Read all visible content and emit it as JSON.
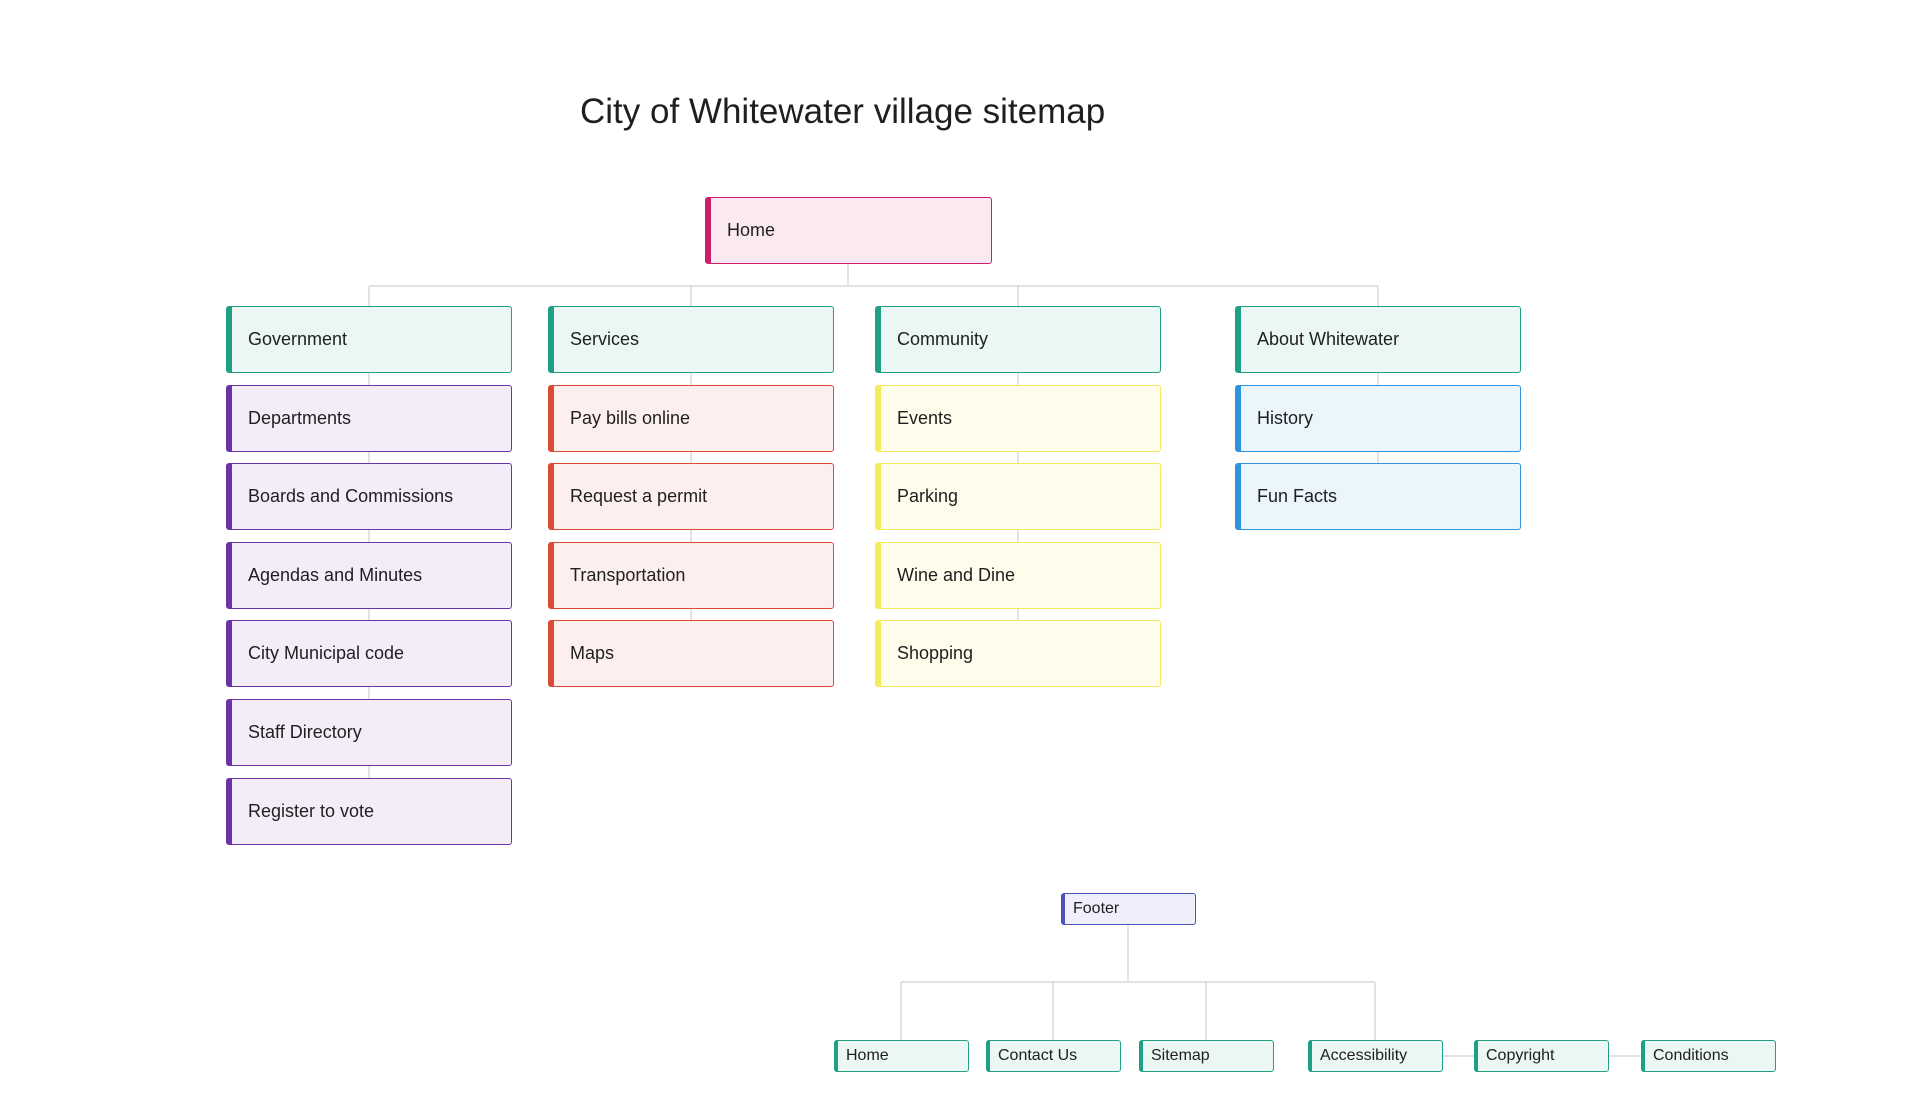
{
  "title": "City of Whitewater village sitemap",
  "colors": {
    "home": "#cc1f6c",
    "section_header": "#1f9f85",
    "government_items": "#6a34a8",
    "services_items": "#dd4a35",
    "community_items": "#f4ea5b",
    "about_items": "#2e94de",
    "footer": "#4c52b8",
    "connector": "#d0d0d0"
  },
  "home": {
    "label": "Home"
  },
  "sections": {
    "government": {
      "label": "Government",
      "items": [
        "Departments",
        "Boards and Commissions",
        "Agendas and Minutes",
        "City Municipal code",
        "Staff Directory",
        "Register to vote"
      ]
    },
    "services": {
      "label": "Services",
      "items": [
        "Pay bills online",
        "Request a permit",
        "Transportation",
        "Maps"
      ]
    },
    "community": {
      "label": "Community",
      "items": [
        "Events",
        "Parking",
        "Wine and Dine",
        "Shopping"
      ]
    },
    "about": {
      "label": "About Whitewater",
      "items": [
        "History",
        "Fun Facts"
      ]
    }
  },
  "footer": {
    "label": "Footer",
    "items": [
      "Home",
      "Contact Us",
      "Sitemap",
      "Accessibility",
      "Copyright",
      "Conditions"
    ]
  }
}
